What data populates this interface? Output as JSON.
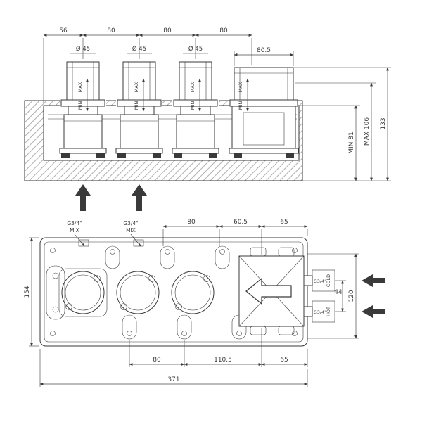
{
  "top_view": {
    "dims_top": [
      "56",
      "80",
      "80",
      "80"
    ],
    "dia_labels": [
      "Ø 45",
      "Ø 45",
      "Ø 45"
    ],
    "dim_box_width": "80.5",
    "range_labels": {
      "max": "MAX",
      "min": "MIN"
    },
    "dims_right": [
      "MIN 81",
      "MAX 106",
      "133"
    ]
  },
  "bottom_view": {
    "mix_ports": [
      {
        "thread": "G3/4\"",
        "label": "MIX"
      },
      {
        "thread": "G3/4\"",
        "label": "MIX"
      }
    ],
    "dims_top": [
      "80",
      "60.5",
      "65"
    ],
    "dim_left": "154",
    "inlets": [
      {
        "thread": "G3/4\"",
        "label": "COLD"
      },
      {
        "thread": "G3/4\"",
        "label": "HOT"
      }
    ],
    "dim_port_spacing": "44",
    "dim_right_height": "120",
    "dims_bottom": [
      "80",
      "110.5",
      "65"
    ],
    "dim_overall": "371"
  }
}
